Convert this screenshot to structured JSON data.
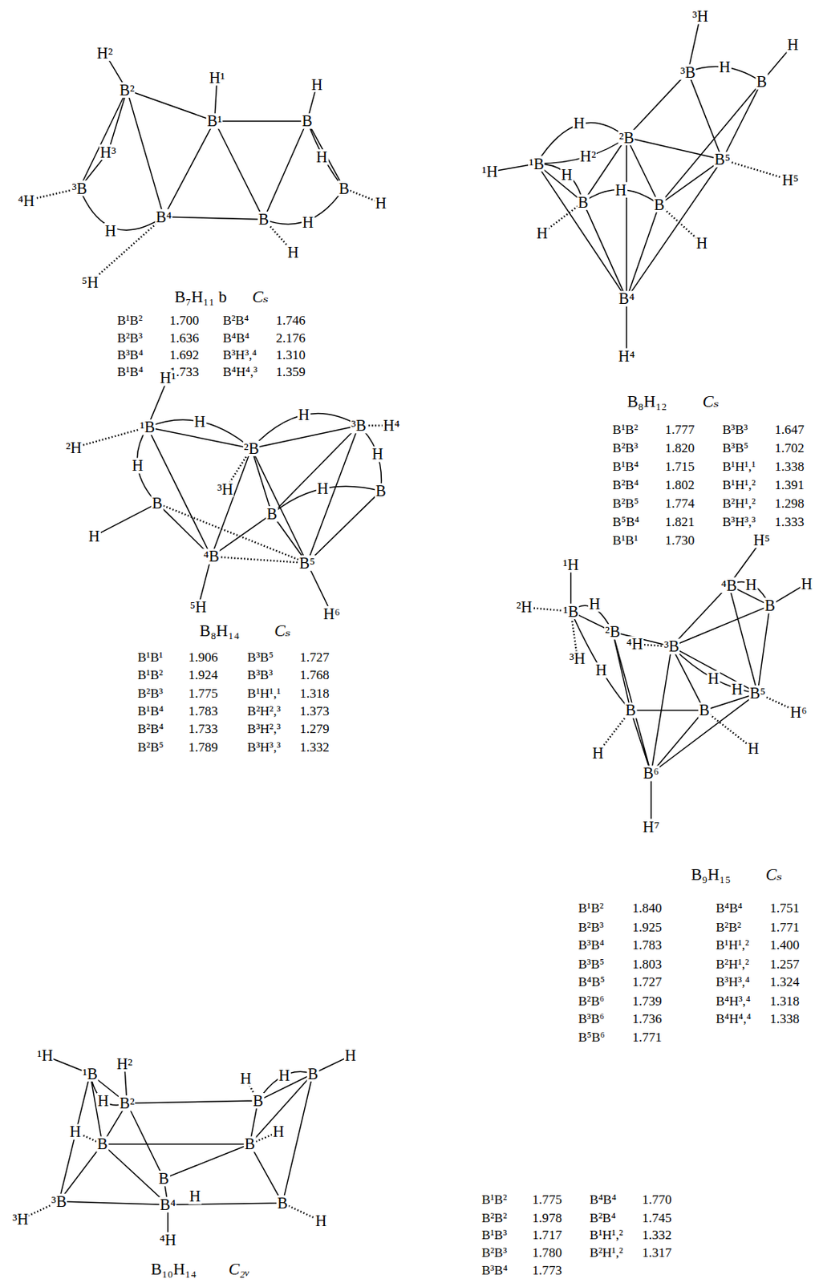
{
  "diagram": {
    "labels": [
      "H²",
      "H¹",
      "H",
      "B²",
      "B¹",
      "B",
      "H³",
      "H",
      "³B",
      "⁴H",
      "B",
      "H",
      "B⁴",
      "B",
      "H",
      "H",
      "H",
      "⁵H",
      "B₇H₁₁ b",
      "Cₛ",
      "B¹B²",
      "1.700",
      "B²B⁴",
      "1.746",
      "B²B³",
      "1.636",
      "B⁴B⁴",
      "2.176",
      "B³B⁴",
      "1.692",
      "B³H³,⁴",
      "1.310",
      "B¹B⁴",
      "1.733",
      "B⁴H⁴,³",
      "1.359",
      "³H",
      "H",
      "H",
      "³B",
      "B",
      "H",
      "²B",
      "¹H",
      "¹B",
      "H²",
      "H",
      "B⁵",
      "H⁵",
      "B",
      "H",
      "B",
      "H",
      "H",
      "B⁴",
      "H⁴",
      "B₈H₁₂",
      "Cₛ",
      "B¹B²",
      "1.777",
      "B³B³",
      "1.647",
      "B²B³",
      "1.820",
      "B³B⁵",
      "1.702",
      "B¹B⁴",
      "1.715",
      "B¹H¹,¹",
      "1.338",
      "B²B⁴",
      "1.802",
      "B¹H¹,²",
      "1.391",
      "B²B⁵",
      "1.774",
      "B²H¹,²",
      "1.298",
      "B⁵B⁴",
      "1.821",
      "B³H³,³",
      "1.333",
      "B¹B¹",
      "1.730",
      "H¹",
      "H",
      "H",
      "¹B",
      "³B",
      "H⁴",
      "²H",
      "²B",
      "H",
      "H",
      "³H",
      "H",
      "B",
      "B",
      "B",
      "H",
      "⁴B",
      "B⁵",
      "⁵H",
      "H⁶",
      "B₈H₁₄",
      "Cₛ",
      "B¹B¹",
      "1.906",
      "B³B⁵",
      "1.727",
      "B¹B²",
      "1.924",
      "B³B³",
      "1.768",
      "B²B³",
      "1.775",
      "B¹H¹,¹",
      "1.318",
      "B¹B⁴",
      "1.783",
      "B²H²,³",
      "1.373",
      "B²B⁴",
      "1.733",
      "B³H²,³",
      "1.279",
      "B²B⁵",
      "1.789",
      "B³H³,³",
      "1.332",
      "H⁵",
      "¹H",
      "H",
      "⁴B",
      "H",
      "B",
      "²H",
      "H",
      "¹B",
      "²B",
      "⁴H",
      "³B",
      "³H",
      "H",
      "H",
      "H",
      "B⁵",
      "H⁶",
      "B",
      "B",
      "H",
      "H",
      "B⁶",
      "H⁷",
      "B₉H₁₅",
      "Cₛ",
      "B¹B²",
      "1.840",
      "B⁴B⁴",
      "1.751",
      "B²B³",
      "1.925",
      "B²B²",
      "1.771",
      "B³B⁴",
      "1.783",
      "B¹H¹,²",
      "1.400",
      "B³B⁵",
      "1.803",
      "B²H¹,²",
      "1.257",
      "B⁴B⁵",
      "1.727",
      "B³H³,⁴",
      "1.324",
      "B²B⁶",
      "1.739",
      "B⁴H³,⁴",
      "1.318",
      "B³B⁶",
      "1.736",
      "B⁴H⁴,⁴",
      "1.338",
      "B⁵B⁶",
      "1.771",
      "¹H",
      "H",
      "H²",
      "¹B",
      "B",
      "H",
      "H",
      "H",
      "B²",
      "B",
      "H",
      "H",
      "B",
      "B",
      "B",
      "H",
      "³B",
      "B⁴",
      "B",
      "³H",
      "H",
      "⁴H",
      "B₁₀H₁₄",
      "C₂ᵥ",
      "B¹B²",
      "1.775",
      "B⁴B⁴",
      "1.770",
      "B²B²",
      "1.978",
      "B²B⁴",
      "1.745",
      "B¹B³",
      "1.717",
      "B¹H¹,²",
      "1.332",
      "B²B³",
      "1.780",
      "B²H¹,²",
      "1.317",
      "B³B⁴",
      "1.773"
    ]
  }
}
